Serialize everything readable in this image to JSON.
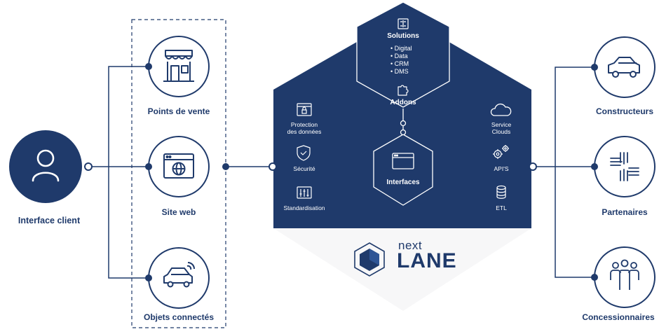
{
  "colors": {
    "navy": "#1f3a6b",
    "white": "#ffffff",
    "panel_bottom": "#f7f7f8"
  },
  "client": {
    "label": "Interface client",
    "icon": "user-icon"
  },
  "channels": [
    {
      "label": "Points de vente",
      "icon": "storefront-icon"
    },
    {
      "label": "Site web",
      "icon": "browser-globe-icon"
    },
    {
      "label": "Objets connectés",
      "icon": "connected-car-icon"
    }
  ],
  "hub": {
    "solutions_title": "Solutions",
    "solutions_items": [
      "Digital",
      "Data",
      "CRM",
      "DMS"
    ],
    "addons_title": "Addons",
    "interfaces_title": "Interfaces",
    "left_items": [
      {
        "line1": "Protection",
        "line2": "des données",
        "icon": "data-protection-icon"
      },
      {
        "line1": "Sécurité",
        "line2": "",
        "icon": "shield-check-icon"
      },
      {
        "line1": "Standardisation",
        "line2": "",
        "icon": "sliders-icon"
      }
    ],
    "right_items": [
      {
        "line1": "Service",
        "line2": "Clouds",
        "icon": "cloud-icon"
      },
      {
        "line1": "API'S",
        "line2": "",
        "icon": "gears-icon"
      },
      {
        "line1": "ETL",
        "line2": "",
        "icon": "database-icon"
      }
    ],
    "logo_top": "next",
    "logo_bottom": "LANE"
  },
  "partners": [
    {
      "label": "Constructeurs",
      "icon": "car-icon"
    },
    {
      "label": "Partenaires",
      "icon": "handshake-hands-icon"
    },
    {
      "label": "Concessionnaires",
      "icon": "group-people-icon"
    }
  ]
}
